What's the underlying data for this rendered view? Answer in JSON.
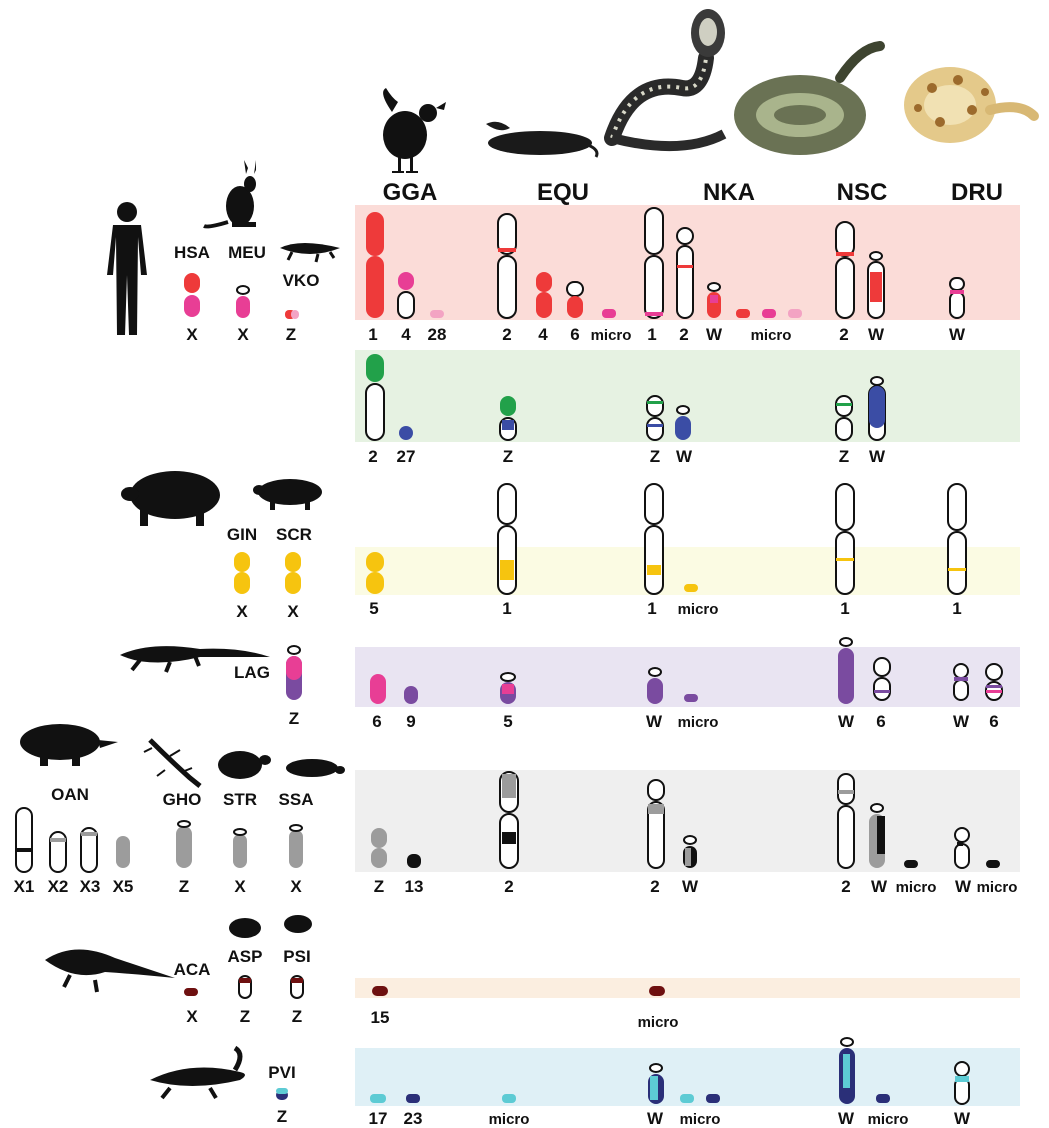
{
  "colors": {
    "red": "#ee3a3a",
    "magenta": "#e83e95",
    "pink": "#f3a3c3",
    "green": "#22a14a",
    "blue": "#3b4da5",
    "yellow": "#f6c40f",
    "purple": "#7a4ba0",
    "grey": "#9c9c9c",
    "black": "#111111",
    "maroon": "#6e1010",
    "cyan": "#5dcbd4",
    "navy": "#2a2f78",
    "band_red": "#fbdcd8",
    "band_green": "#e6f2e2",
    "band_yellow": "#fbfbe3",
    "band_purple": "#e9e4f2",
    "band_grey": "#efefef",
    "band_orange": "#fbeee0",
    "band_blue": "#dff0f6"
  },
  "snake_headers": [
    "GGA",
    "EQU",
    "NKA",
    "NSC",
    "DRU"
  ],
  "header_icons": [
    "chicken-silhouette",
    "dark-snake-image",
    "cobra-image",
    "tiger-snake-image",
    "boa-image"
  ],
  "species": {
    "hsa": "HSA",
    "meu": "MEU",
    "vko": "VKO",
    "gin": "GIN",
    "scr": "SCR",
    "lag": "LAG",
    "oan": "OAN",
    "gho": "GHO",
    "str": "STR",
    "ssa": "SSA",
    "aca": "ACA",
    "asp": "ASP",
    "psi": "PSI",
    "pvi": "PVI"
  },
  "left_chrom_labels": {
    "hsa_x": "X",
    "meu_x": "X",
    "vko_z": "Z",
    "gin_x": "X",
    "scr_x": "X",
    "lag_z": "Z",
    "oan_x1": "X1",
    "oan_x2": "X2",
    "oan_x3": "X3",
    "oan_x5": "X5",
    "gho_z": "Z",
    "str_x": "X",
    "ssa_x": "X",
    "aca_x": "X",
    "asp_z": "Z",
    "psi_z": "Z",
    "pvi_z": "Z"
  },
  "rows": [
    {
      "name": "row-red",
      "labels": [
        "1",
        "4",
        "28",
        "2",
        "4",
        "6",
        "micro",
        "1",
        "2",
        "W",
        "micro",
        "2",
        "W",
        "W"
      ]
    },
    {
      "name": "row-green",
      "labels": [
        "2",
        "27",
        "Z",
        "Z",
        "W",
        "Z",
        "W"
      ]
    },
    {
      "name": "row-yellow",
      "labels": [
        "5",
        "1",
        "1",
        "micro",
        "1",
        "1"
      ]
    },
    {
      "name": "row-purple",
      "labels": [
        "6",
        "9",
        "5",
        "W",
        "micro",
        "W",
        "6",
        "W",
        "6"
      ]
    },
    {
      "name": "row-grey",
      "labels": [
        "Z",
        "13",
        "2",
        "2",
        "W",
        "2",
        "W",
        "micro",
        "W",
        "micro"
      ]
    },
    {
      "name": "row-orange",
      "labels": [
        "15",
        "micro"
      ]
    },
    {
      "name": "row-blue",
      "labels": [
        "17",
        "23",
        "micro",
        "W",
        "micro",
        "W",
        "micro",
        "W"
      ]
    }
  ]
}
